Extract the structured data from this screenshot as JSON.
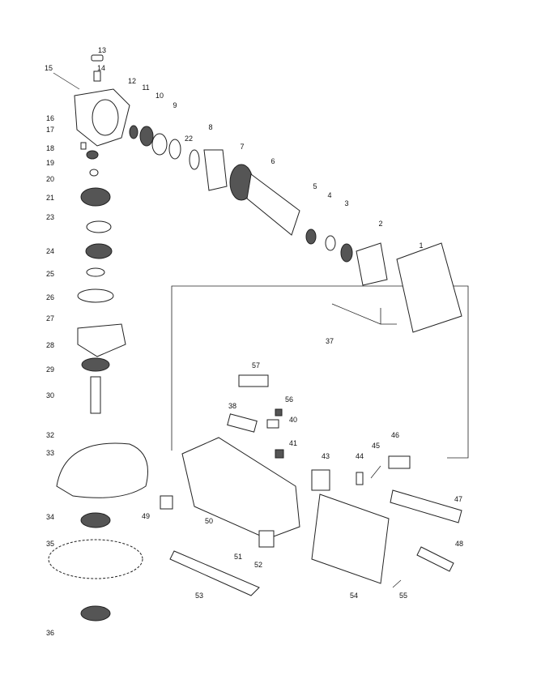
{
  "diagram": {
    "type": "exploded-parts-diagram",
    "part_labels": [
      "13",
      "14",
      "15",
      "12",
      "11",
      "10",
      "9",
      "16",
      "17",
      "8",
      "22",
      "18",
      "7",
      "19",
      "6",
      "20",
      "21",
      "5",
      "4",
      "3",
      "23",
      "2",
      "1",
      "24",
      "25",
      "26",
      "27",
      "28",
      "37",
      "29",
      "57",
      "30",
      "56",
      "38",
      "40",
      "32",
      "46",
      "41",
      "33",
      "43",
      "44",
      "45",
      "47",
      "49",
      "34",
      "50",
      "35",
      "48",
      "51",
      "52",
      "53",
      "54",
      "55",
      "36"
    ]
  }
}
